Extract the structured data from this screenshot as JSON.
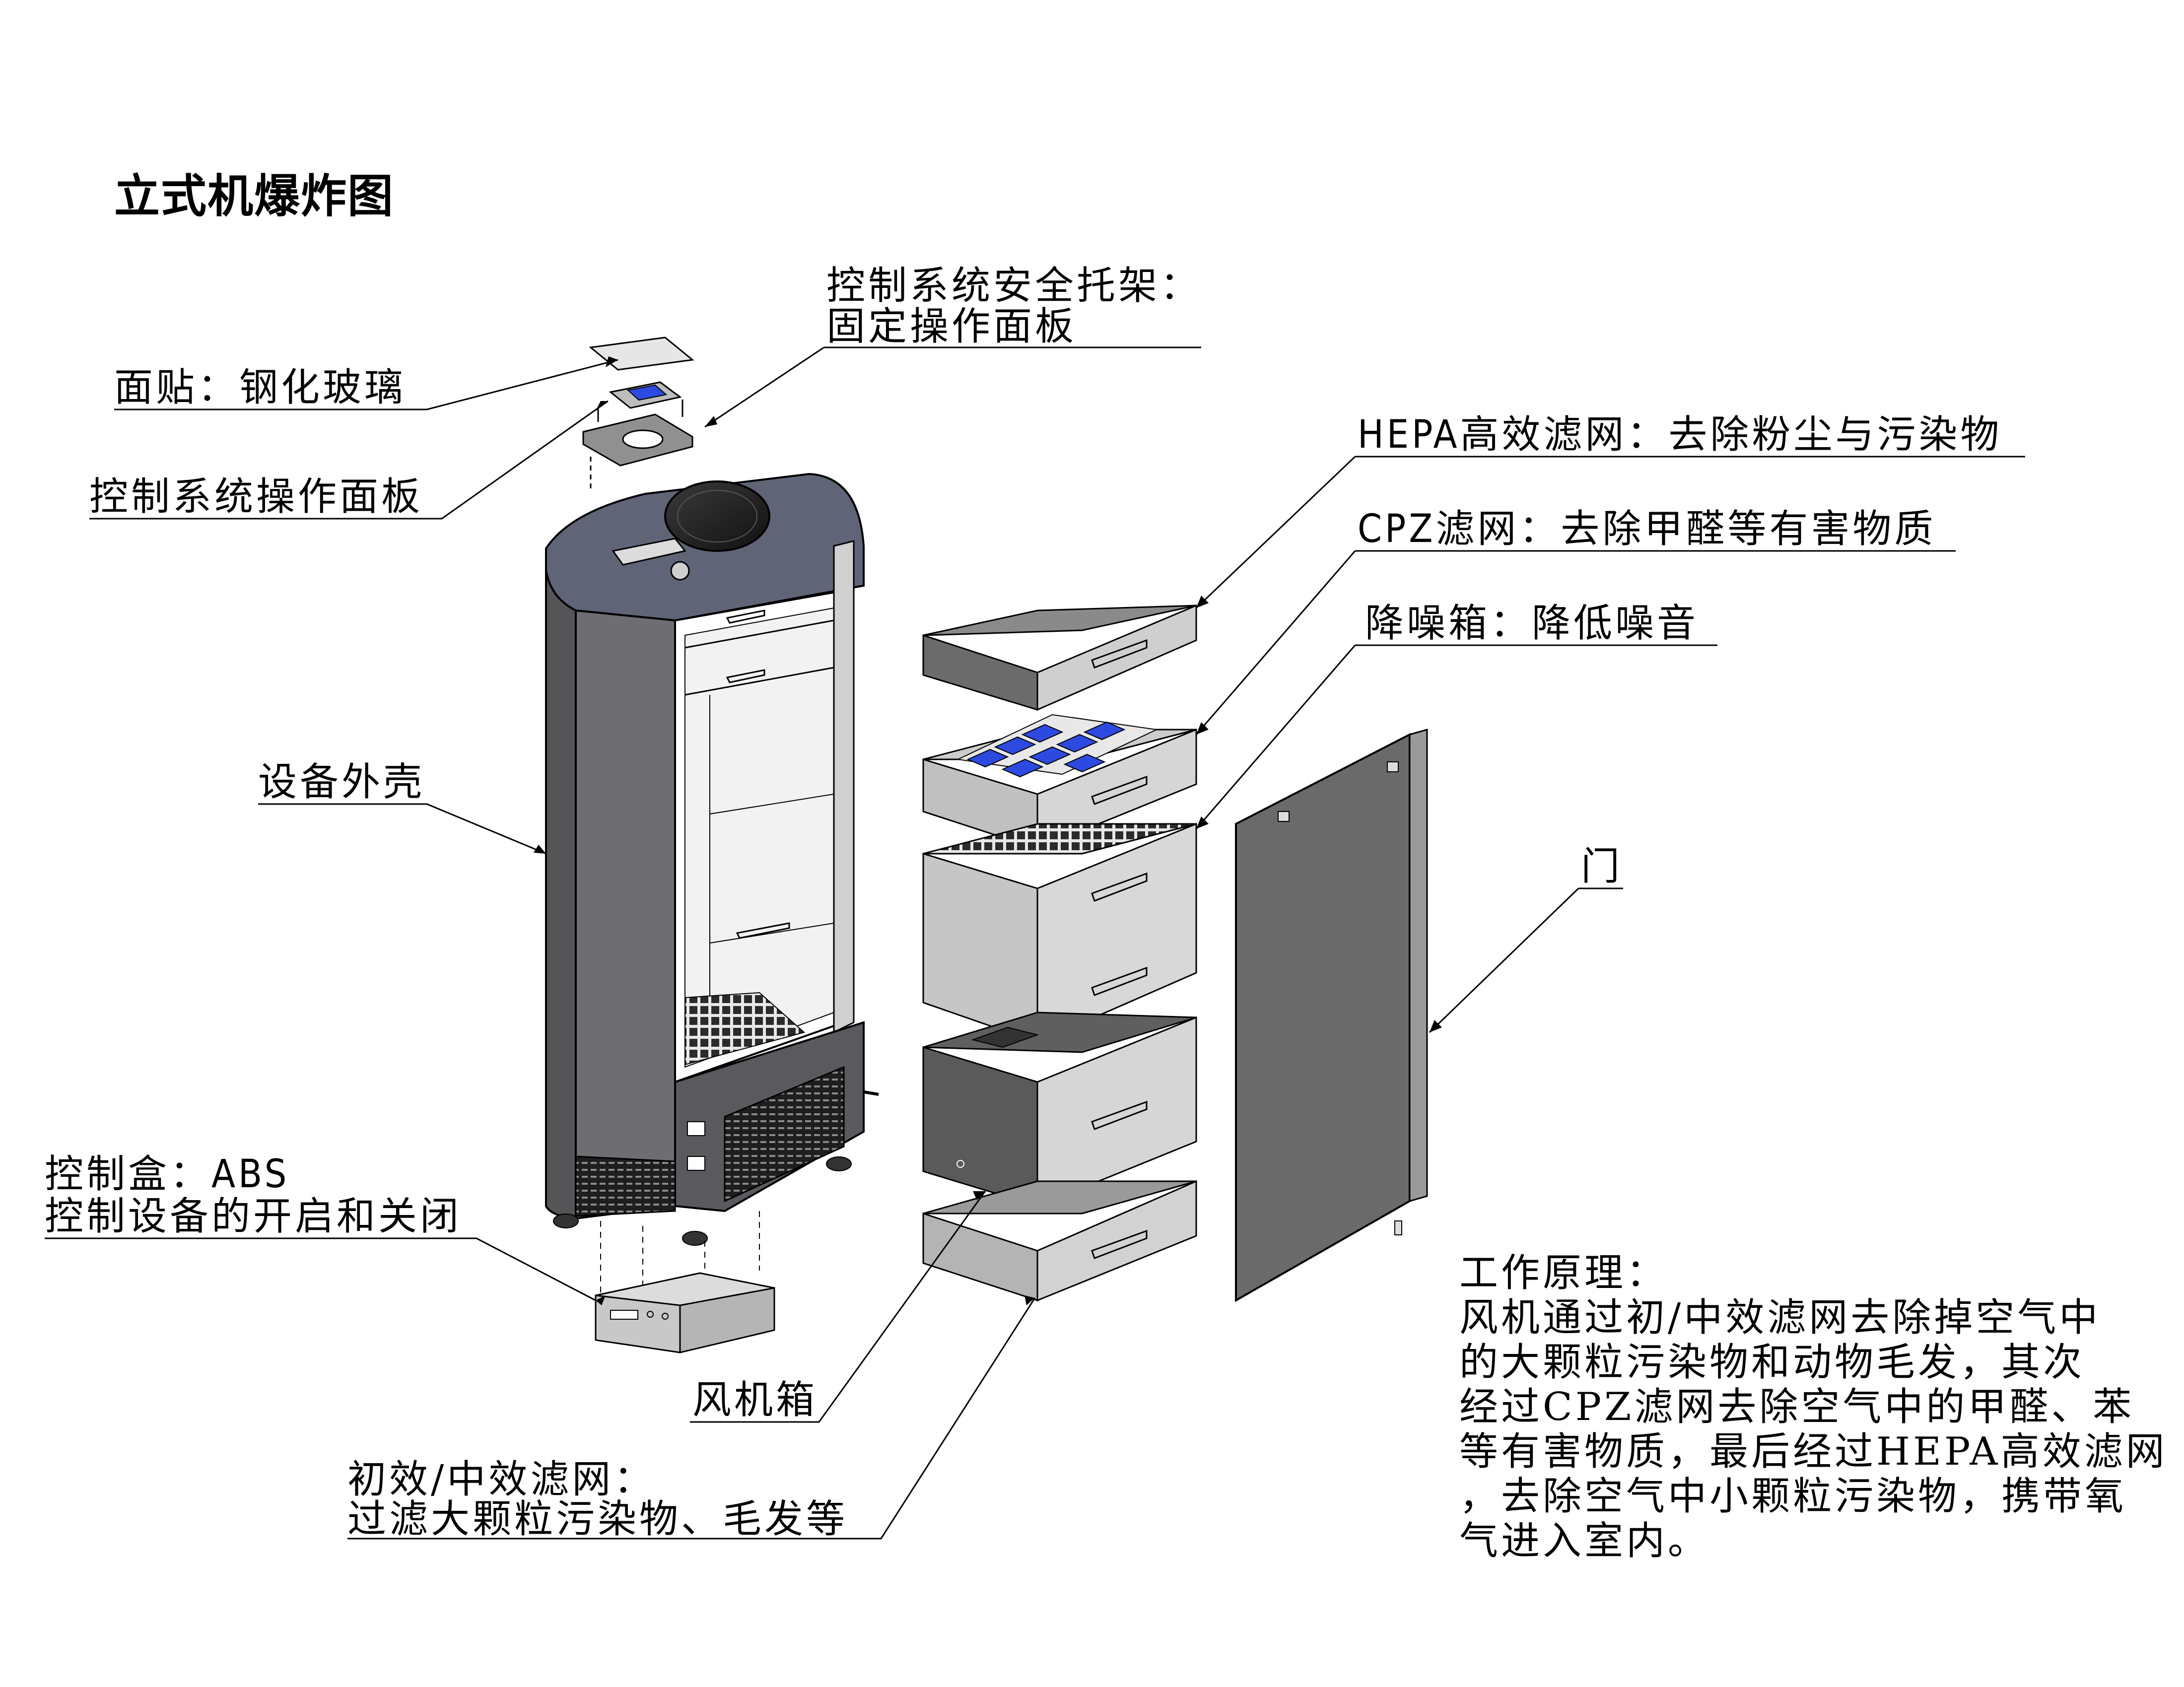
{
  "title": "立式机爆炸图",
  "labels": {
    "glass_panel": "面贴：钢化玻璃",
    "safety_bracket_1": "控制系统安全托架：",
    "safety_bracket_2": "固定操作面板",
    "control_panel": "控制系统操作面板",
    "housing": "设备外壳",
    "hepa": "HEPA高效滤网：去除粉尘与污染物",
    "cpz": "CPZ滤网：去除甲醛等有害物质",
    "noise_box": "降噪箱：降低噪音",
    "door": "门",
    "control_box_1": "控制盒：ABS",
    "control_box_2": "控制设备的开启和关闭",
    "fan_box": "风机箱",
    "primary_filter_1": "初效/中效滤网：",
    "primary_filter_2": "过滤大颗粒污染物、毛发等"
  },
  "principle": {
    "heading": "工作原理：",
    "lines": [
      "风机通过初/中效滤网去除掉空气中",
      "的大颗粒污染物和动物毛发，其次",
      "经过CPZ滤网去除空气中的甲醛、苯",
      "等有害物质，最后经过HEPA高效滤网",
      "，去除空气中小颗粒污染物，携带氧",
      "气进入室内。"
    ]
  },
  "colors": {
    "housing_side": "#6e6e72",
    "housing_top": "#5f6477",
    "panel_light": "#cdcdcd",
    "panel_mid": "#9b9b9b",
    "door": "#6a6a6a",
    "filter_blue": "#2d4ae0",
    "line": "#000000"
  },
  "icons": [
    "glass-plate",
    "touch-panel",
    "bracket",
    "housing",
    "drawer",
    "door",
    "control-box"
  ]
}
